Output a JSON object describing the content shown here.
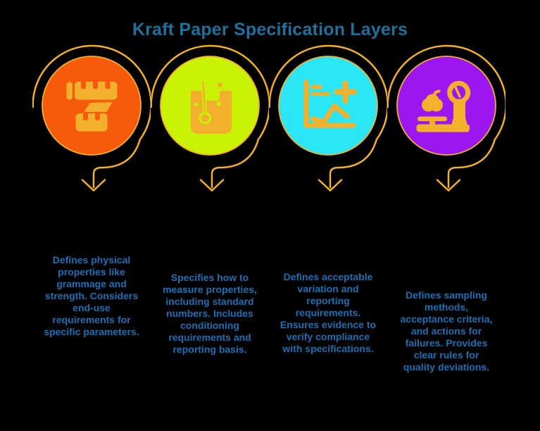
{
  "title": "Kraft Paper Specification Layers",
  "theme": {
    "colors": {
      "bg": "#000000",
      "title": "#20709C",
      "text": "#1C70B4",
      "gold": "#F3B02D",
      "item1": "#F65A0B",
      "item2": "#C9F204",
      "item3": "#2BE7F5",
      "item4": "#9B16EF"
    }
  },
  "items": [
    {
      "icon": "measuring-tape-icon",
      "color": "#F65A0B",
      "lines": [
        "Defines physical",
        "properties like",
        "grammage and",
        "strength. Considers",
        "end-use",
        "requirements for",
        "specific parameters."
      ]
    },
    {
      "icon": "beaker-test-icon",
      "color": "#C9F204",
      "lines": [
        "Specifies how to",
        "measure properties,",
        "including standard",
        "numbers. Includes",
        "conditioning",
        "requirements and",
        "reporting basis."
      ]
    },
    {
      "icon": "chart-plus-icon",
      "color": "#2BE7F5",
      "lines": [
        "Defines acceptable",
        "variation and",
        "reporting",
        "requirements.",
        "Ensures evidence to",
        "verify compliance",
        "with specifications."
      ]
    },
    {
      "icon": "weighing-scale-icon",
      "color": "#9B16EF",
      "lines": [
        "Defines sampling",
        "methods,",
        "acceptance criteria,",
        "and actions for",
        "failures. Provides",
        "clear rules for",
        "quality deviations."
      ]
    }
  ]
}
